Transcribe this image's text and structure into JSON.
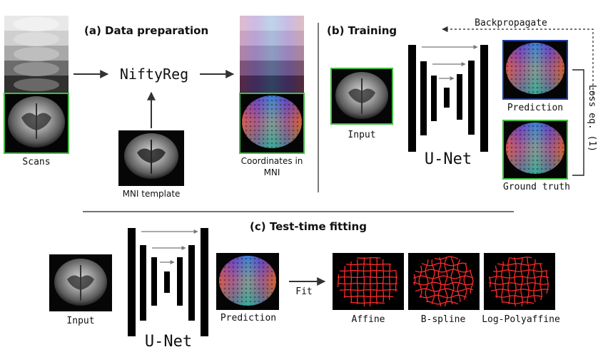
{
  "panels": {
    "a_title": "(a) Data preparation",
    "b_title": "(b) Training",
    "c_title": "(c) Test-time fitting"
  },
  "data_prep": {
    "scans_label": "Scans",
    "tool_label": "NiftyReg",
    "template_label": "MNI template",
    "coords_label_line1": "Coordinates in",
    "coords_label_line2": "MNI"
  },
  "training": {
    "input_label": "Input",
    "network_label": "U-Net",
    "prediction_label": "Prediction",
    "ground_truth_label": "Ground truth",
    "backprop_label": "Backpropagate",
    "loss_label": "Loss eq. (1)"
  },
  "fitting": {
    "input_label": "Input",
    "network_label": "U-Net",
    "prediction_label": "Prediction",
    "fit_label": "Fit",
    "results": [
      "Affine",
      "B-spline",
      "Log-Polyaffine"
    ]
  },
  "colors": {
    "highlight_border": "#3fbf3f",
    "prediction_border": "#1f3f9f",
    "grid_line": "#ff2a2a",
    "arrow": "#333333",
    "skip_arrow": "#777777"
  }
}
